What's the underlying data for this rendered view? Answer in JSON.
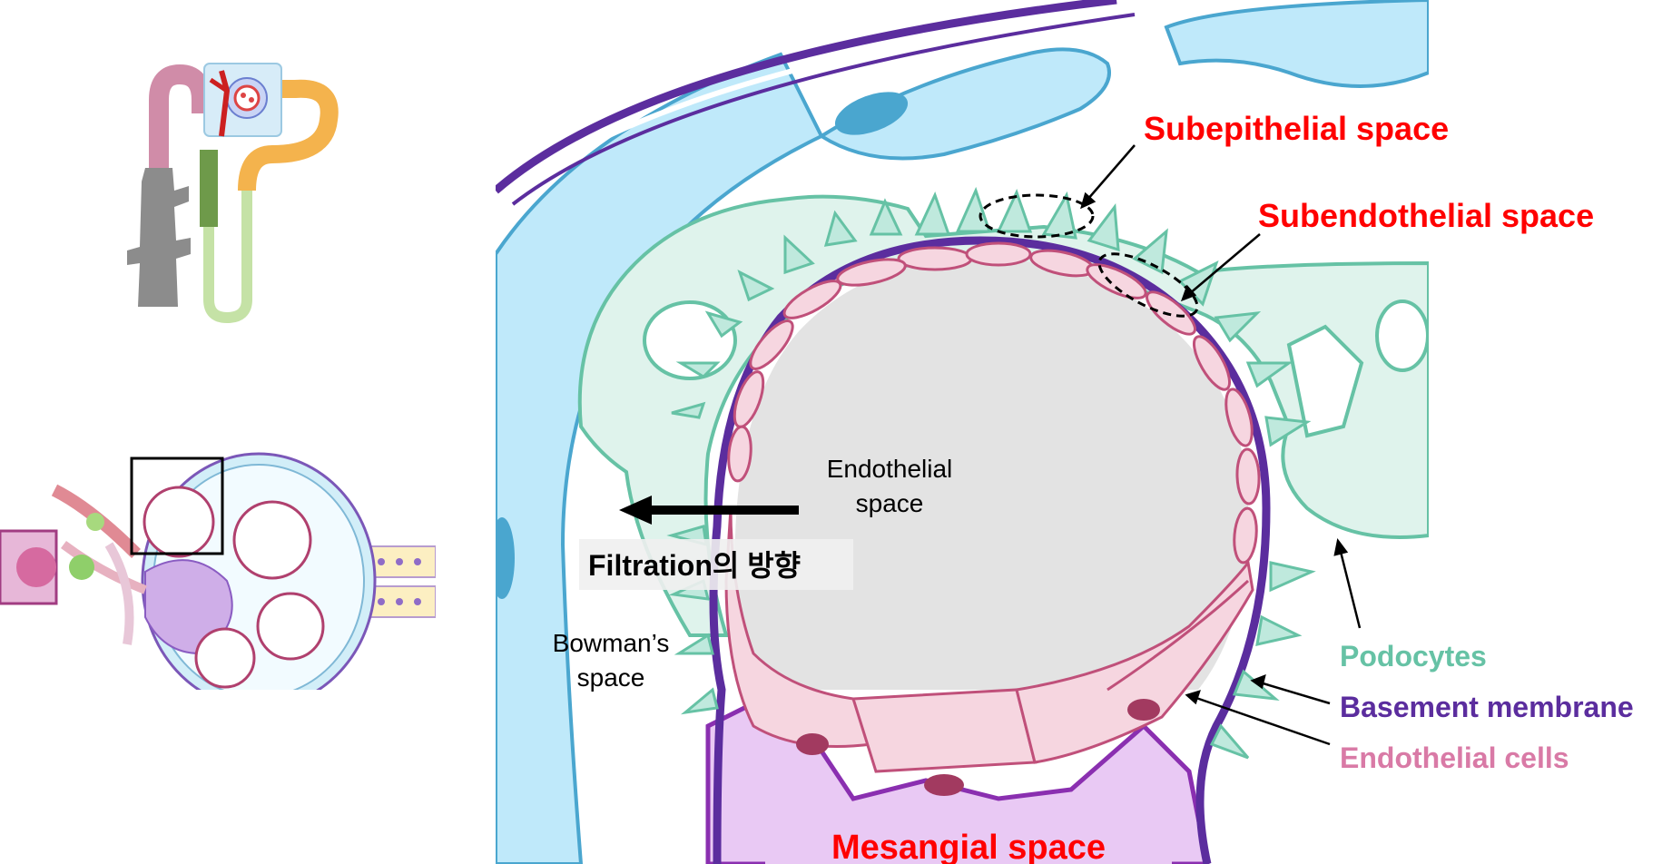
{
  "labels": {
    "subepithelial": "Subepithelial space",
    "subendothelial": "Subendothelial space",
    "endothelial_space_l1": "Endothelial",
    "endothelial_space_l2": "space",
    "filtration": "Filtration의 방향",
    "bowman_l1": "Bowman’s",
    "bowman_l2": "space",
    "podocytes": "Podocytes",
    "basement_membrane": "Basement membrane",
    "endothelial_cells": "Endothelial cells",
    "mesangial": "Mesangial space"
  },
  "colors": {
    "red_label": "#ff0000",
    "podocyte_teal": "#66c2a5",
    "podocyte_fill": "#dff3ec",
    "basement_purple": "#5b2d9e",
    "endothelial_pink": "#c0507a",
    "endothelial_fill": "#f6d6e0",
    "lumen_gray": "#e3e3e3",
    "bowman_blue": "#bfe9fa",
    "bowman_stroke": "#4aa6cf",
    "mesangial_fill": "#e9c9f4"
  },
  "icons": [
    "nephron-overview",
    "glomerulus-overview",
    "filtration-direction-arrow"
  ]
}
